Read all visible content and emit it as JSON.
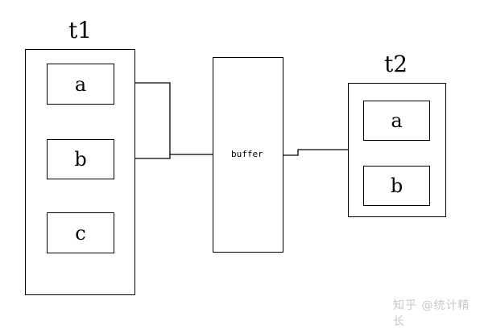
{
  "t1": {
    "title": "t1",
    "items": [
      "a",
      "b",
      "c"
    ]
  },
  "t2": {
    "title": "t2",
    "items": [
      "a",
      "b"
    ]
  },
  "buffer": {
    "label": "buffer"
  },
  "watermark": {
    "text": "知乎 @统计精长"
  },
  "colors": {
    "stroke": "#000000",
    "background": "#ffffff",
    "watermark": "#c8c8c8"
  }
}
